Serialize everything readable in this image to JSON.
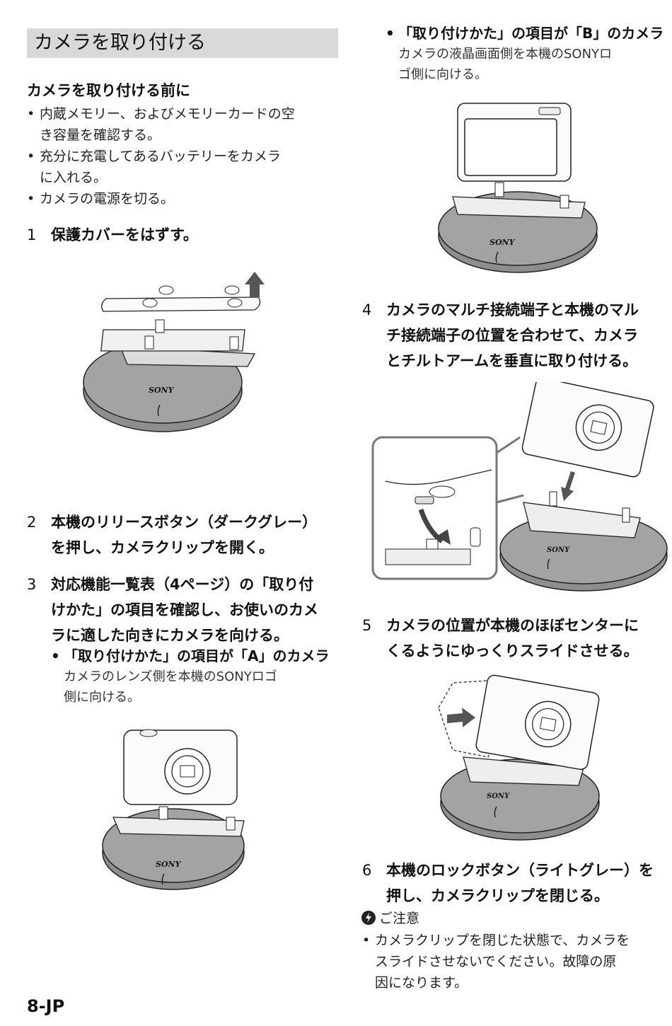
{
  "title": "カメラを取り付ける",
  "before": {
    "heading": "カメラを取り付ける前に",
    "bullets": [
      [
        "内蔵メモリー、およびメモリーカードの空",
        "き容量を確認する。"
      ],
      [
        "充分に充電してあるバッテリーをカメラ",
        "に入れる。"
      ],
      [
        "カメラの電源を切る。"
      ]
    ]
  },
  "steps": {
    "s1": {
      "num": "1",
      "lines": [
        "保護カバーをはずす。"
      ]
    },
    "s2": {
      "num": "2",
      "lines": [
        "本機のリリースボタン（ダークグレー）",
        "を押し、カメラクリップを開く。"
      ]
    },
    "s3": {
      "num": "3",
      "lines": [
        "対応機能一覧表（4ページ）の「取り付",
        "けかた」の項目を確認し、お使いのカメ",
        "ラに適した向きにカメラを向ける。"
      ]
    },
    "s4": {
      "num": "4",
      "lines": [
        "カメラのマルチ接続端子と本機のマル",
        "チ接続端子の位置を合わせて、カメラ",
        "とチルトアームを垂直に取り付ける。"
      ]
    },
    "s5": {
      "num": "5",
      "lines": [
        "カメラの位置が本機のほぼセンターに",
        "くるようにゆっくりスライドさせる。"
      ]
    },
    "s6": {
      "num": "6",
      "lines": [
        "本機のロックボタン（ライトグレー）を",
        "押し、カメラクリップを閉じる。"
      ]
    }
  },
  "option_a": {
    "title": "「取り付けかた」の項目が「A」のカメラ",
    "body": [
      "カメラのレンズ側を本機のSONYロゴ",
      "側に向ける。"
    ]
  },
  "option_b": {
    "title": "「取り付けかた」の項目が「B」のカメラ",
    "body": [
      "カメラの液晶画面側を本機のSONYロ",
      "ゴ側に向ける。"
    ]
  },
  "brand": "SONY",
  "caution": {
    "label": "ご注意",
    "lines": [
      "カメラクリップを閉じた状態で、カメラを",
      "スライドさせないでください。故障の原",
      "因になります。"
    ]
  },
  "page_number": "8-JP"
}
